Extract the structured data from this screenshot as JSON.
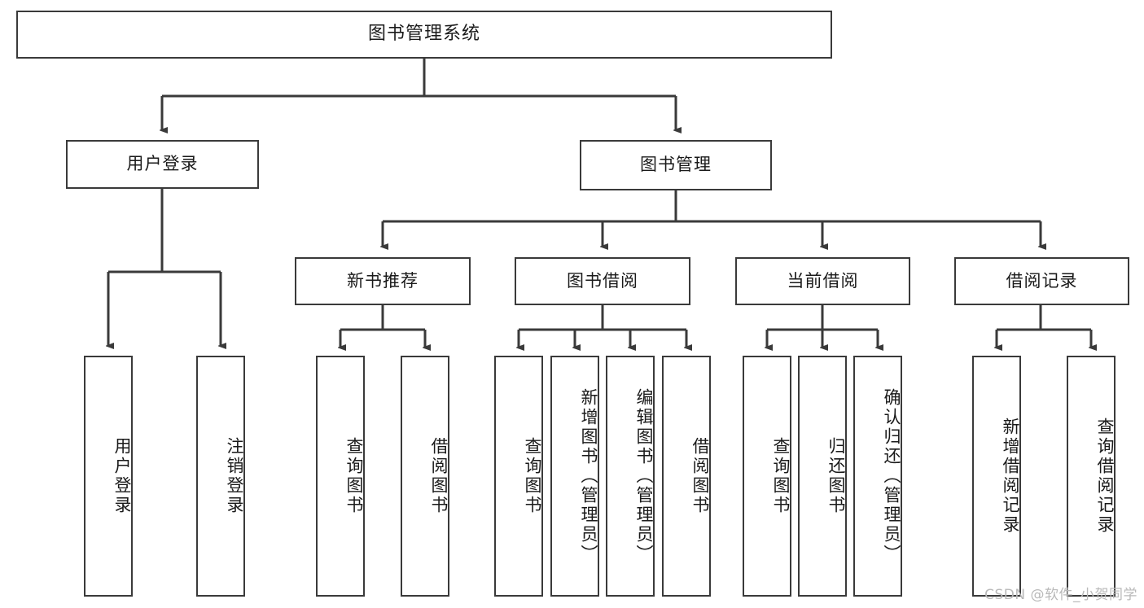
{
  "diagram": {
    "title": "图书管理系统",
    "type": "tree",
    "watermark": "CSDN @软件_小贺同学",
    "colors": {
      "box_border": "#3a3a3a",
      "box_fill": "#ffffff",
      "connector": "#3a3a3a",
      "text": "#1a1a1a",
      "watermark": "#b9b9b9"
    },
    "levels": {
      "root": {
        "label": "图书管理系统"
      },
      "level2": [
        {
          "id": "user-login",
          "label": "用户登录"
        },
        {
          "id": "book-manage",
          "label": "图书管理"
        }
      ],
      "level3": [
        {
          "id": "new-book-recommend",
          "label": "新书推荐",
          "parent": "book-manage"
        },
        {
          "id": "book-borrow",
          "label": "图书借阅",
          "parent": "book-manage"
        },
        {
          "id": "current-borrow",
          "label": "当前借阅",
          "parent": "book-manage"
        },
        {
          "id": "borrow-record",
          "label": "借阅记录",
          "parent": "book-manage"
        }
      ],
      "leaves": [
        {
          "id": "leaf-user-login",
          "label": "用户登录",
          "parent": "user-login"
        },
        {
          "id": "leaf-logout",
          "label": "注销登录",
          "parent": "user-login"
        },
        {
          "id": "leaf-query-book-1",
          "label": "查询图书",
          "parent": "new-book-recommend"
        },
        {
          "id": "leaf-borrow-book-1",
          "label": "借阅图书",
          "parent": "new-book-recommend"
        },
        {
          "id": "leaf-query-book-2",
          "label": "查询图书",
          "parent": "book-borrow"
        },
        {
          "id": "leaf-add-book",
          "label": "新增图书（管理员）",
          "parent": "book-borrow"
        },
        {
          "id": "leaf-edit-book",
          "label": "编辑图书（管理员）",
          "parent": "book-borrow"
        },
        {
          "id": "leaf-borrow-book-2",
          "label": "借阅图书",
          "parent": "book-borrow"
        },
        {
          "id": "leaf-query-book-3",
          "label": "查询图书",
          "parent": "current-borrow"
        },
        {
          "id": "leaf-return-book",
          "label": "归还图书",
          "parent": "current-borrow"
        },
        {
          "id": "leaf-confirm-return",
          "label": "确认归还（管理员）",
          "parent": "current-borrow"
        },
        {
          "id": "leaf-add-record",
          "label": "新增借阅记录",
          "parent": "borrow-record"
        },
        {
          "id": "leaf-query-record",
          "label": "查询借阅记录",
          "parent": "borrow-record"
        }
      ]
    }
  }
}
